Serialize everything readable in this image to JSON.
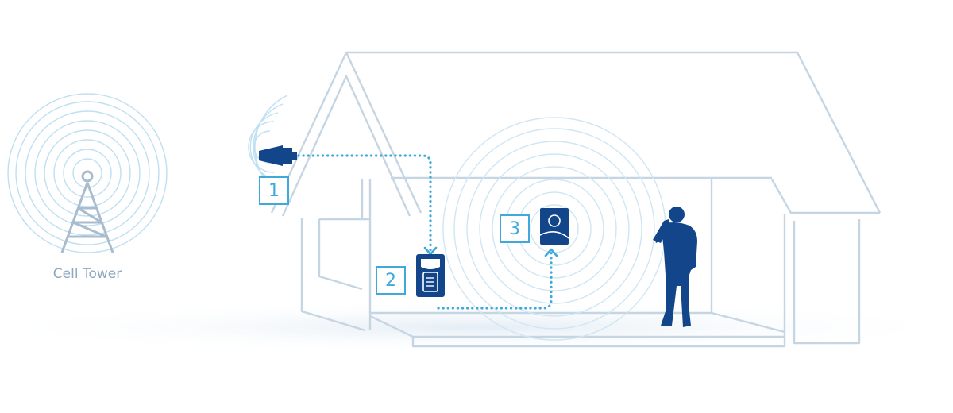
{
  "labels": {
    "cell_tower": "Cell Tower"
  },
  "steps": [
    {
      "number": "1"
    },
    {
      "number": "2"
    },
    {
      "number": "3"
    }
  ],
  "colors": {
    "outline": "#c6d5e2",
    "device": "#13458a",
    "accent": "#3fa9dc",
    "wave": "#a9d3ec",
    "tower": "#a8bccd",
    "label": "#8ea8bd",
    "ground": "#e9f0f6"
  },
  "icons": {
    "tower": "cell-tower-icon",
    "antenna": "outside-antenna-icon",
    "booster": "signal-booster-icon",
    "inside_antenna": "inside-antenna-icon",
    "person": "person-on-phone-icon"
  }
}
